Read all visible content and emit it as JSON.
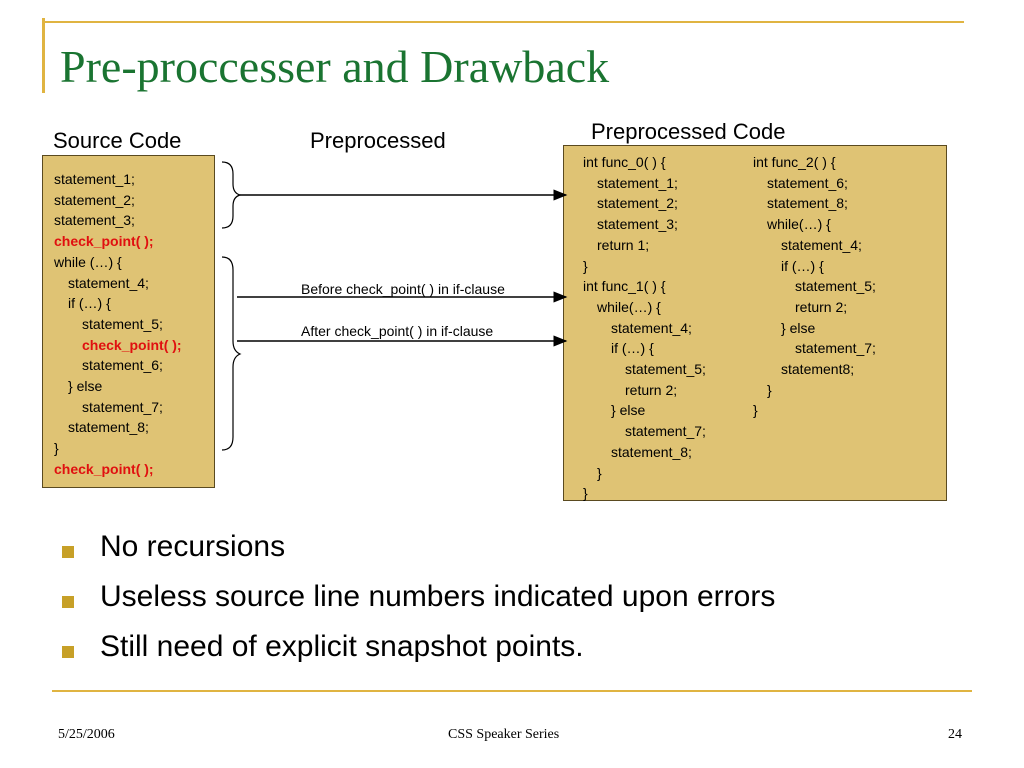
{
  "slide": {
    "title": "Pre-proccesser and Drawback",
    "labels": {
      "source": "Source Code",
      "preprocessed": "Preprocessed",
      "preprocessed_code": "Preprocessed Code"
    },
    "source_lines": [
      {
        "text": "statement_1;",
        "indent": 0,
        "red": false
      },
      {
        "text": "statement_2;",
        "indent": 0,
        "red": false
      },
      {
        "text": "statement_3;",
        "indent": 0,
        "red": false
      },
      {
        "text": "check_point( );",
        "indent": 0,
        "red": true
      },
      {
        "text": "while (…) {",
        "indent": 0,
        "red": false
      },
      {
        "text": "statement_4;",
        "indent": 1,
        "red": false
      },
      {
        "text": "if (…)  {",
        "indent": 1,
        "red": false
      },
      {
        "text": "statement_5;",
        "indent": 2,
        "red": false
      },
      {
        "text": "check_point( );",
        "indent": 2,
        "red": true
      },
      {
        "text": "statement_6;",
        "indent": 2,
        "red": false
      },
      {
        "text": "} else",
        "indent": 1,
        "red": false
      },
      {
        "text": "statement_7;",
        "indent": 2,
        "red": false
      },
      {
        "text": "statement_8;",
        "indent": 1,
        "red": false
      },
      {
        "text": "}",
        "indent": 0,
        "red": false
      },
      {
        "text": "check_point( );",
        "indent": 0,
        "red": true
      }
    ],
    "pre_col1": [
      {
        "text": "int func_0( ) {",
        "indent": 0
      },
      {
        "text": "statement_1;",
        "indent": 1
      },
      {
        "text": "statement_2;",
        "indent": 1
      },
      {
        "text": "statement_3;",
        "indent": 1
      },
      {
        "text": "return 1;",
        "indent": 1
      },
      {
        "text": "}",
        "indent": 0
      },
      {
        "text": "int func_1( ) {",
        "indent": 0
      },
      {
        "text": "while(…) {",
        "indent": 1
      },
      {
        "text": "statement_4;",
        "indent": 2
      },
      {
        "text": "if (…) {",
        "indent": 2
      },
      {
        "text": "statement_5;",
        "indent": 3
      },
      {
        "text": "return 2;",
        "indent": 3
      },
      {
        "text": "} else",
        "indent": 2
      },
      {
        "text": "statement_7;",
        "indent": 3
      },
      {
        "text": "statement_8;",
        "indent": 2
      },
      {
        "text": "}",
        "indent": 1
      },
      {
        "text": "}",
        "indent": 0
      }
    ],
    "pre_col2": [
      {
        "text": "int func_2( ) {",
        "indent": 0
      },
      {
        "text": "statement_6;",
        "indent": 1
      },
      {
        "text": "statement_8;",
        "indent": 1
      },
      {
        "text": "while(…) {",
        "indent": 1
      },
      {
        "text": "statement_4;",
        "indent": 2
      },
      {
        "text": "if (…) {",
        "indent": 2
      },
      {
        "text": "statement_5;",
        "indent": 3
      },
      {
        "text": "return 2;",
        "indent": 3
      },
      {
        "text": "} else",
        "indent": 2
      },
      {
        "text": "statement_7;",
        "indent": 3
      },
      {
        "text": "statement8;",
        "indent": 2
      },
      {
        "text": "}",
        "indent": 1
      },
      {
        "text": "}",
        "indent": 0
      }
    ],
    "arrow_labels": {
      "before": "Before check_point( ) in if-clause",
      "after": "After check_point( ) in if-clause"
    },
    "bullets": [
      "No recursions",
      "Useless source line numbers indicated upon errors",
      "Still need of explicit snapshot points."
    ],
    "footer": {
      "date": "5/25/2006",
      "series": "CSS Speaker Series",
      "page": "24"
    },
    "colors": {
      "title": "#1a7431",
      "accent_rule": "#e0b441",
      "code_box": "#dfc374",
      "highlight": "#e01010",
      "bullet": "#c7a027"
    }
  }
}
